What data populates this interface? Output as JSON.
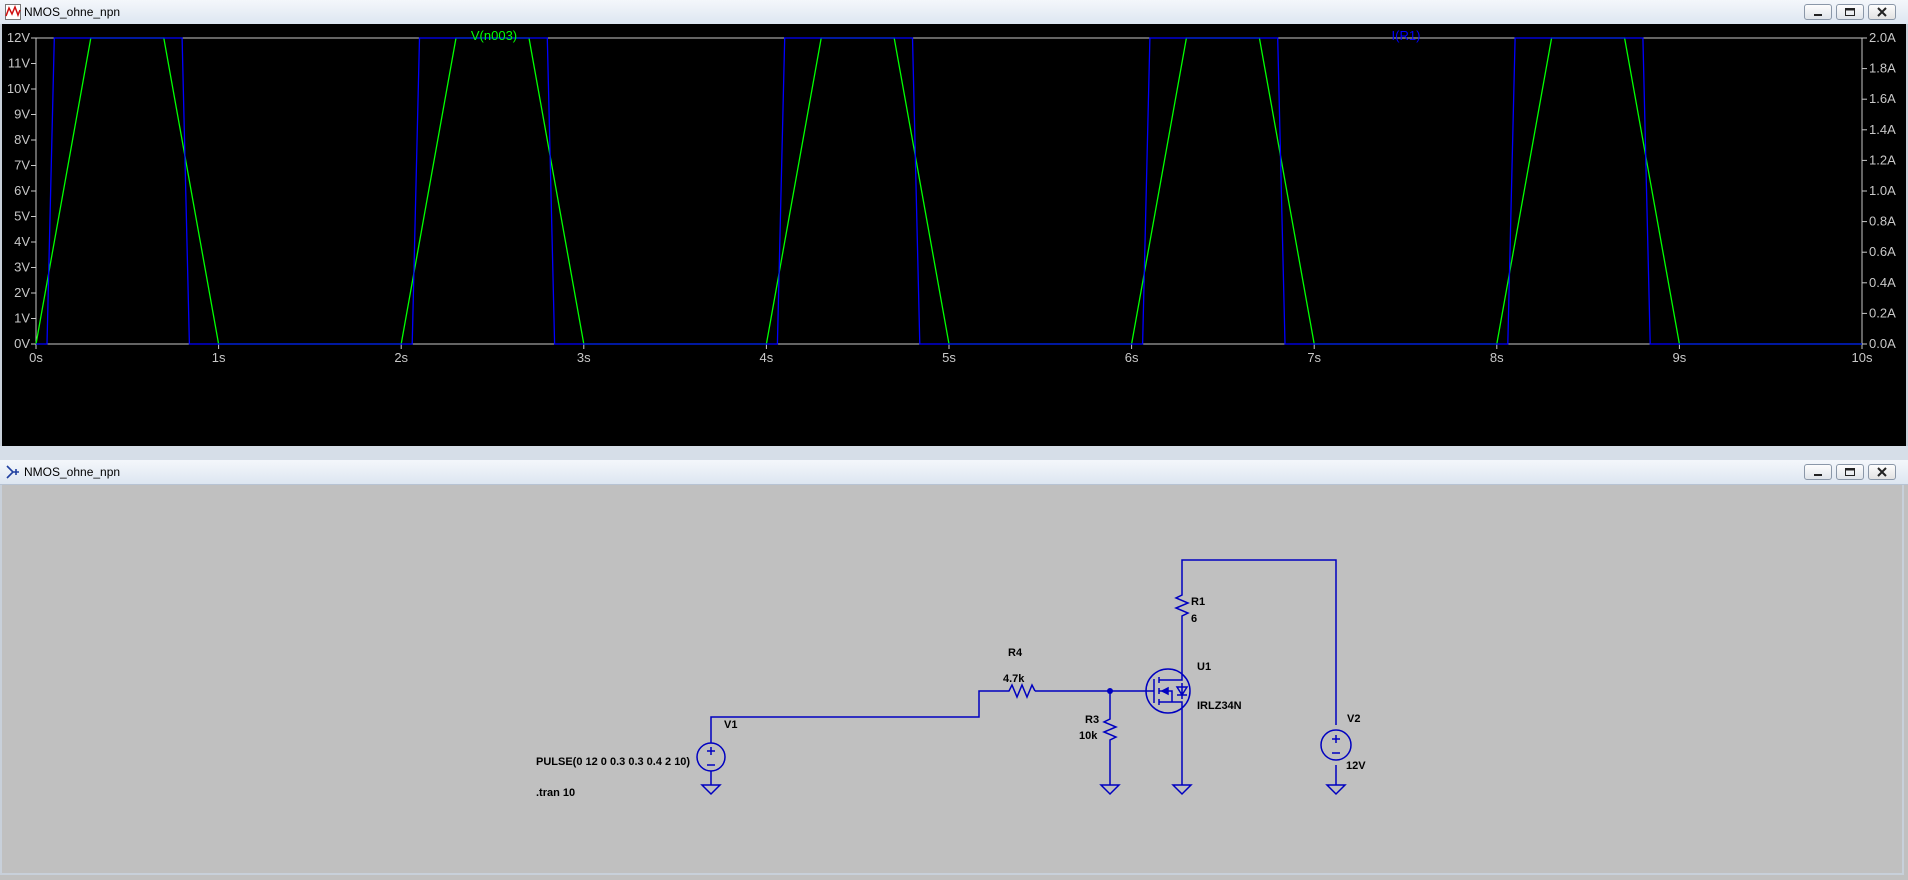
{
  "plot_window": {
    "title": "NMOS_ohne_npn",
    "icon": "waveform-icon",
    "trace_labels": {
      "left": "V(n003)",
      "right": "I(R1)"
    },
    "colors": {
      "green": "#00ff00",
      "blue": "#0000ff",
      "axis": "#c8c8c8",
      "bg": "#000000"
    }
  },
  "schematic_window": {
    "title": "NMOS_ohne_npn",
    "icon": "schematic-icon",
    "components": {
      "R1": {
        "name": "R1",
        "value": "6"
      },
      "R4": {
        "name": "R4",
        "value": "4.7k"
      },
      "R3": {
        "name": "R3",
        "value": "10k"
      },
      "U1": {
        "name": "U1",
        "value": "IRLZ34N"
      },
      "V1": {
        "name": "V1",
        "value": "PULSE(0 12 0 0.3 0.3 0.4 2 10)"
      },
      "V2": {
        "name": "V2",
        "value": "12V"
      }
    },
    "directive": ".tran 10",
    "wire_color": "#0000c0"
  },
  "chart_data": {
    "type": "line",
    "title": "",
    "xlabel": "",
    "ylabel": "",
    "x_ticks": [
      "0s",
      "1s",
      "2s",
      "3s",
      "4s",
      "5s",
      "6s",
      "7s",
      "8s",
      "9s",
      "10s"
    ],
    "y_ticks_left": [
      "0V",
      "1V",
      "2V",
      "3V",
      "4V",
      "5V",
      "6V",
      "7V",
      "8V",
      "9V",
      "10V",
      "11V",
      "12V"
    ],
    "y_ticks_right": [
      "0.0A",
      "0.2A",
      "0.4A",
      "0.6A",
      "0.8A",
      "1.0A",
      "1.2A",
      "1.4A",
      "1.6A",
      "1.8A",
      "2.0A"
    ],
    "xlim": [
      0,
      10
    ],
    "ylim_left": [
      0,
      12
    ],
    "ylim_right": [
      0,
      2.0
    ],
    "grid": false,
    "series": [
      {
        "name": "V(n003)",
        "axis": "left",
        "color": "#00ff00",
        "x": [
          0,
          0.3,
          0.7,
          1.0,
          2.0,
          2.3,
          2.7,
          3.0,
          4.0,
          4.3,
          4.7,
          5.0,
          6.0,
          6.3,
          6.7,
          7.0,
          8.0,
          8.3,
          8.7,
          9.0,
          10.0
        ],
        "y": [
          0,
          12,
          12,
          0,
          0,
          12,
          12,
          0,
          0,
          12,
          12,
          0,
          0,
          12,
          12,
          0,
          0,
          12,
          12,
          0,
          0
        ]
      },
      {
        "name": "I(R1)",
        "axis": "right",
        "color": "#0000ff",
        "x": [
          0,
          0.06,
          0.1,
          0.8,
          0.84,
          0.9,
          2.0,
          2.06,
          2.1,
          2.8,
          2.84,
          2.9,
          4.0,
          4.06,
          4.1,
          4.8,
          4.84,
          4.9,
          6.0,
          6.06,
          6.1,
          6.8,
          6.84,
          6.9,
          8.0,
          8.06,
          8.1,
          8.8,
          8.84,
          8.9,
          10.0
        ],
        "y": [
          0,
          0,
          2.0,
          2.0,
          0,
          0,
          0,
          0,
          2.0,
          2.0,
          0,
          0,
          0,
          0,
          2.0,
          2.0,
          0,
          0,
          0,
          0,
          2.0,
          2.0,
          0,
          0,
          0,
          0,
          2.0,
          2.0,
          0,
          0,
          0
        ]
      }
    ]
  }
}
